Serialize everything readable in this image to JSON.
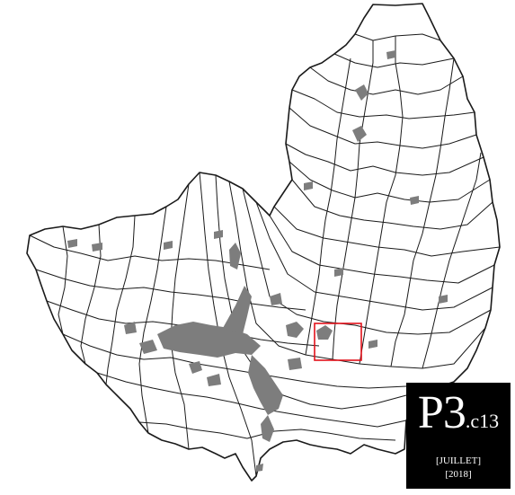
{
  "map": {
    "colors": {
      "background": "#ffffff",
      "boundaries": "#1a1a1a",
      "urban_areas": "#7d7d7d",
      "focus_box": "#e3121b",
      "badge_background": "#000000",
      "badge_text": "#ffffff"
    }
  },
  "badge": {
    "code_main": "P3",
    "code_sub": ".c13",
    "month": "[JUILLET]",
    "year": "[2018]"
  }
}
